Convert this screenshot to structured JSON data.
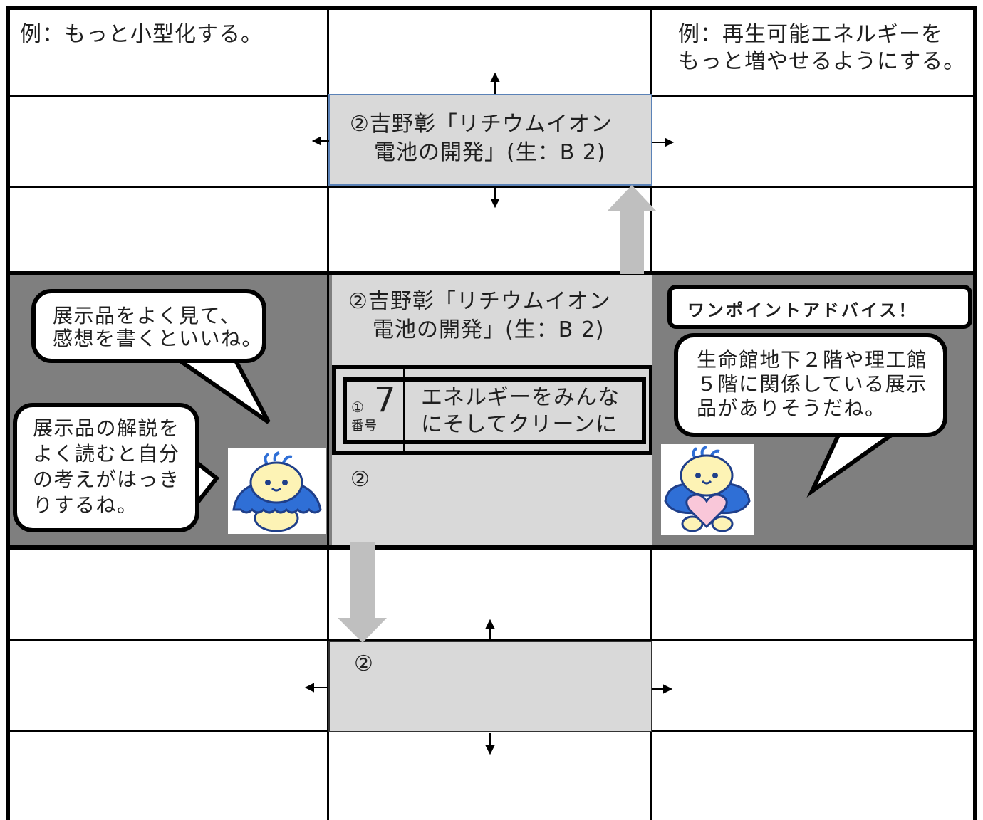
{
  "top_left_example": "例：もっと小型化する。",
  "top_right_example": [
    "例：再生可能エネルギーを",
    "もっと増やせるようにする。"
  ],
  "upper_theme_box": [
    "②吉野彰「リチウムイオン",
    "電池の開発」(生：B 2)"
  ],
  "center_title": [
    "②吉野彰「リチウムイオン",
    "電池の開発」(生：B 2)"
  ],
  "center_card": {
    "circle_num": "①",
    "number": "7",
    "number_label": "番号",
    "theme": [
      "エネルギーをみんな",
      "にそしてクリーンに"
    ]
  },
  "center_bottom_label": "②",
  "lower_box_label": "②",
  "left_bubble_1": [
    "展示品をよく見て、",
    "感想を書くといいね。"
  ],
  "left_bubble_2": [
    "展示品の解説を",
    "よく読むと自分",
    "の考えがはっき",
    "りするね。"
  ],
  "one_point_header": "ワンポイントアドバイス！",
  "right_bubble": [
    "生命館地下２階や理工館",
    "５階に関係している展示",
    "品がありそうだね。"
  ],
  "colors": {
    "band_bg": "#7f7f7f",
    "box_gray": "#d9d9d9",
    "arrow_gray": "#bfbfbf",
    "blue_border": "#5b82b7",
    "mascot_blue": "#2f6fd6",
    "mascot_body": "#fdf3b5",
    "heart_pink": "#f9c7d9"
  },
  "icons": [
    "mascot-icon",
    "mascot-heart-icon",
    "arrow-up-icon",
    "arrow-down-icon",
    "arrow-left-icon",
    "arrow-right-icon"
  ]
}
